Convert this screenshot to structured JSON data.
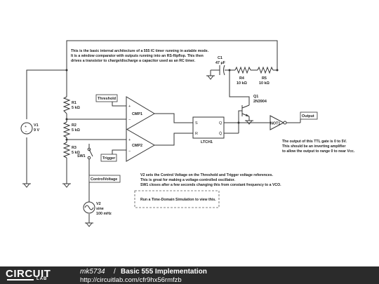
{
  "description": {
    "lines": [
      "This is the basic internal architecture of a 555 IC timer running in astable mode.",
      "It is a window comparator with outputs running into an RS-flipflop. This then",
      "drives a transistor to charge/discharge a capacitor used as an RC timer."
    ]
  },
  "components": {
    "v1": {
      "name": "V1",
      "value": "9 V"
    },
    "r1": {
      "name": "R1",
      "value": "5 kΩ"
    },
    "r2": {
      "name": "R2",
      "value": "5 kΩ"
    },
    "r3": {
      "name": "R3",
      "value": "5 kΩ"
    },
    "r4": {
      "name": "R4",
      "value": "10 kΩ"
    },
    "r5": {
      "name": "R5",
      "value": "10 kΩ"
    },
    "c1": {
      "name": "C1",
      "value": "47 µF"
    },
    "q1": {
      "name": "Q1",
      "value": "2N3904"
    },
    "cmp1": {
      "name": "CMP1"
    },
    "cmp2": {
      "name": "CMP2"
    },
    "ltch1": {
      "name": "LTCH1",
      "s": "S",
      "r": "R",
      "q": "Q",
      "qbar": "Q̄"
    },
    "not1": {
      "name": "NOT1"
    },
    "sw1": {
      "name": "SW1"
    },
    "v2": {
      "name": "V2",
      "type": "sine",
      "value": "100 mHz"
    },
    "plus": "+",
    "minus": "−"
  },
  "tags": {
    "threshold": "Threshold",
    "trigger": "Trigger",
    "output": "Output",
    "control_voltage": "ControlVoltage"
  },
  "output_note": {
    "lines": [
      "The output of this TTL gate is 0 to 5V.",
      "This should be an inverting amplifier",
      "to allow the output to range 0 to near Vcc."
    ]
  },
  "v2_note": {
    "lines": [
      "V2 sets the Control Voltage on the Threshold and Trigger voltage references.",
      "This is great for making a voltage-controlled oscillator.",
      "SW1 closes after a few seconds changing this from constant frequency to a VCO."
    ]
  },
  "sim_box": {
    "label": "Run a Time-Domain Simulation to view this."
  },
  "footer": {
    "logo_main": "CIRCUIT",
    "logo_sub": "LAB",
    "author": "mk5734",
    "separator": "/",
    "title": "Basic 555 Implementation",
    "url": "http://circuitlab.com/cfr9hx56rmfzb"
  }
}
